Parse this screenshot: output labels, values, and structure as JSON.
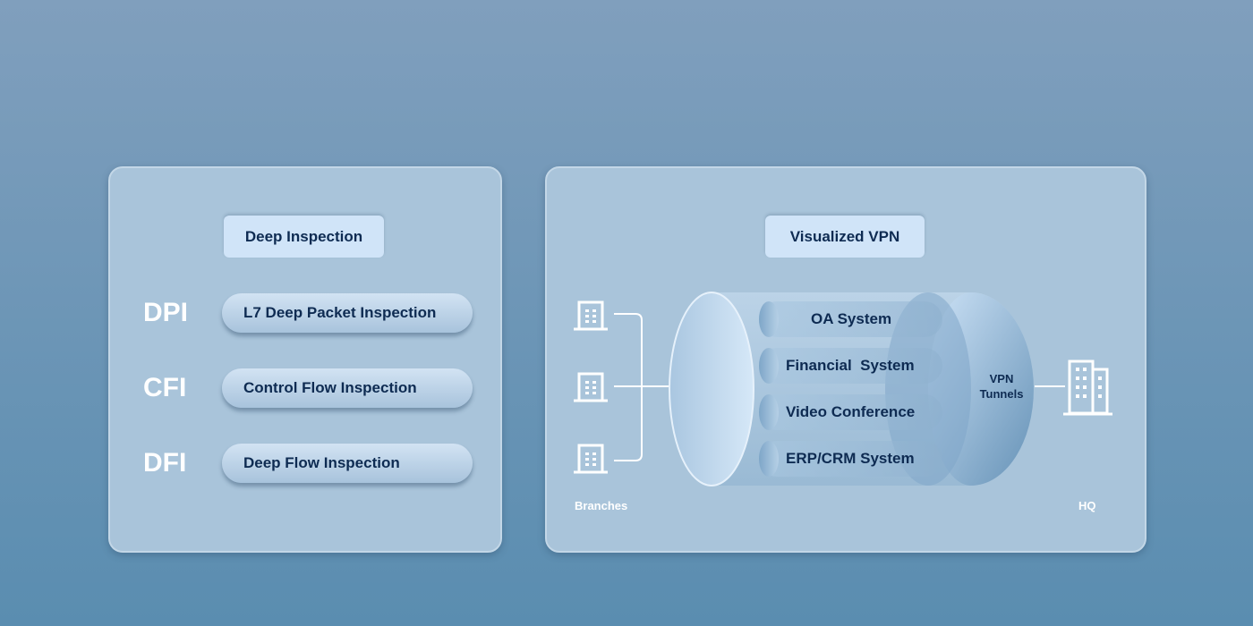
{
  "left_panel": {
    "title": "Deep Inspection",
    "items": [
      {
        "abbr": "DPI",
        "label": "L7 Deep Packet Inspection"
      },
      {
        "abbr": "CFI",
        "label": "Control Flow Inspection"
      },
      {
        "abbr": "DFI",
        "label": "Deep Flow Inspection"
      }
    ]
  },
  "right_panel": {
    "title": "Visualized VPN",
    "branches_label": "Branches",
    "hq_label": "HQ",
    "tunnel_label_1": "VPN",
    "tunnel_label_2": "Tunnels",
    "tunnels": [
      "OA System",
      "Financial  System",
      "Video Conference",
      "ERP/CRM System"
    ]
  }
}
